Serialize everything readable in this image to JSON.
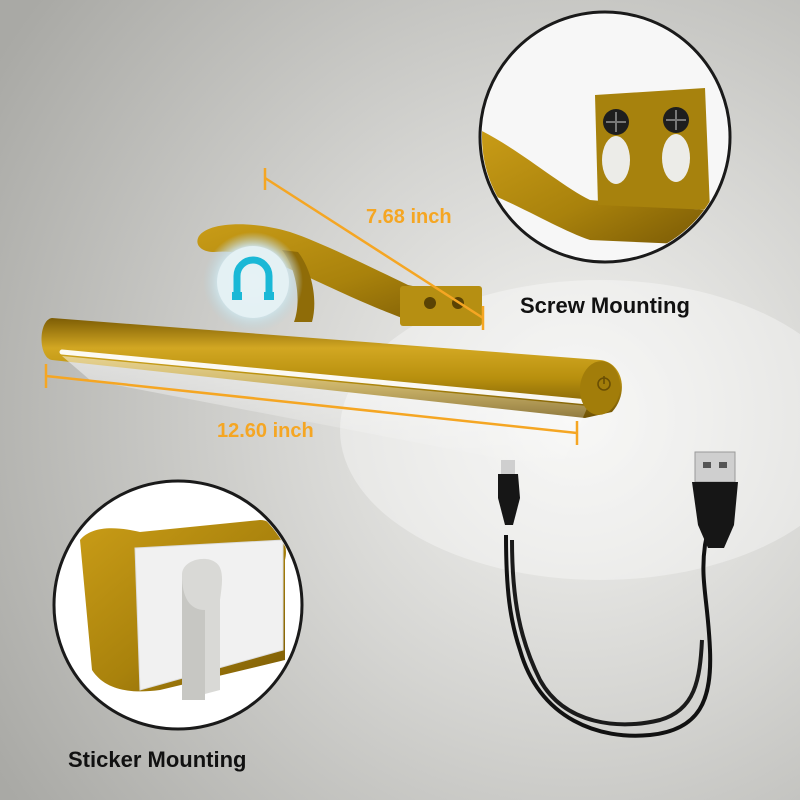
{
  "labels": {
    "length": "12.60 inch",
    "arm_width": "7.68 inch",
    "screw_mounting": "Screw Mounting",
    "sticker_mounting": "Sticker Mounting"
  },
  "icons": {
    "magnet": "magnet-icon",
    "power": "power-icon",
    "screw": "screw-icon",
    "usb_a": "usb-a-plug-icon",
    "micro_usb": "micro-usb-plug-icon"
  },
  "colors": {
    "gold": "#b8900e",
    "dimension_orange": "#f5a623",
    "magnet_cyan": "#1ab8d6",
    "cable_black": "#111111"
  }
}
